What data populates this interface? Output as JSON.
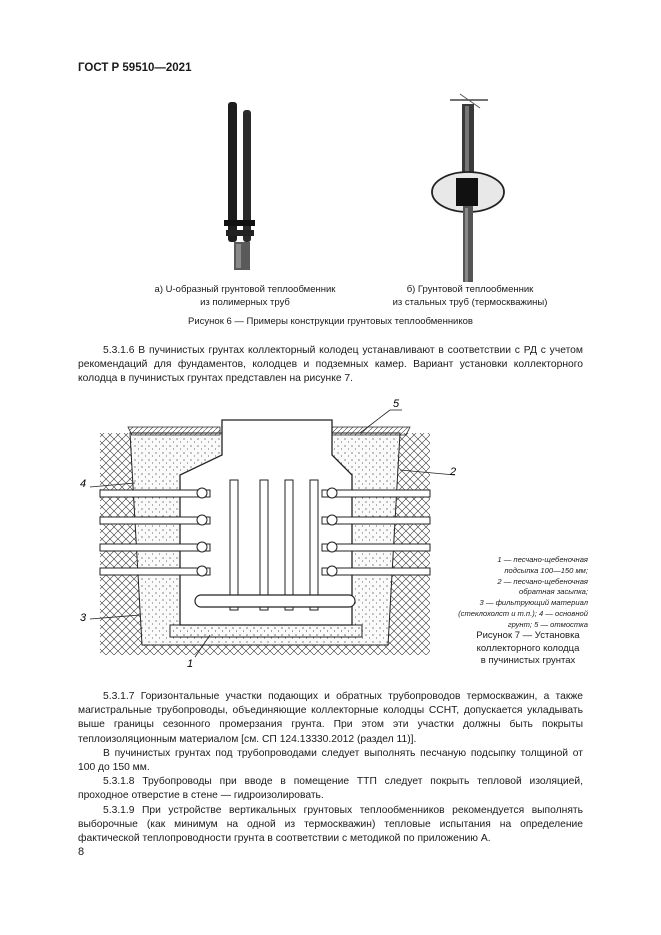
{
  "header": {
    "title": "ГОСТ Р 59510—2021"
  },
  "figure6": {
    "caption_a_line1": "а) U-образный грунтовой теплообменник",
    "caption_a_line2": "из полимерных труб",
    "caption_b_line1": "б) Грунтовой теплообменник",
    "caption_b_line2": "из стальных труб (термоскважины)",
    "caption": "Рисунок 6 — Примеры конструкции грунтовых теплообменников"
  },
  "paragraphs_top": [
    "5.3.1.6 В пучинистых грунтах коллекторный колодец устанавливают в соответствии с РД с учетом рекомендаций для фундаментов, колодцев и подземных камер. Вариант установки коллекторного колодца в пучинистых грунтах представлен на рисунке 7."
  ],
  "figure7": {
    "callouts": {
      "c1": "1",
      "c2": "2",
      "c3": "3",
      "c4": "4",
      "c5": "5"
    },
    "legend": [
      "1 — песчано-щебеночная",
      "подсыпка 100—150 мм;",
      "2 — песчано-щебеночная",
      "обратная засыпка;",
      "3 — фильтрующий материал",
      "(стеклохолст и т.п.); 4 — основной",
      "грунт; 5 — отмостка"
    ],
    "caption_line1": "Рисунок 7 — Установка",
    "caption_line2": "коллекторного колодца",
    "caption_line3": "в пучинистых грунтах"
  },
  "paragraphs_bottom": [
    "5.3.1.7 Горизонтальные участки подающих и обратных трубопроводов термоскважин, а также магистральные трубопроводы, объединяющие коллекторные колодцы ССНТ, допускается укладывать выше границы сезонного промерзания грунта. При этом эти участки должны быть покрыты теплоизоляционным материалом [см. СП 124.13330.2012 (раздел 11)].",
    "В пучинистых грунтах под трубопроводами следует выполнять песчаную подсыпку толщиной от 100 до 150 мм.",
    "5.3.1.8 Трубопроводы при вводе в помещение ТТП следует покрыть тепловой изоляцией, проходное отверстие в стене — гидроизолировать.",
    "5.3.1.9 При устройстве вертикальных грунтовых теплообменников рекомендуется выполнять выборочные (как минимум на одной из термоскважин) тепловые испытания на определение фактической теплопроводности грунта в соответствии с методикой по приложению А."
  ],
  "footer": {
    "page_number": "8"
  }
}
